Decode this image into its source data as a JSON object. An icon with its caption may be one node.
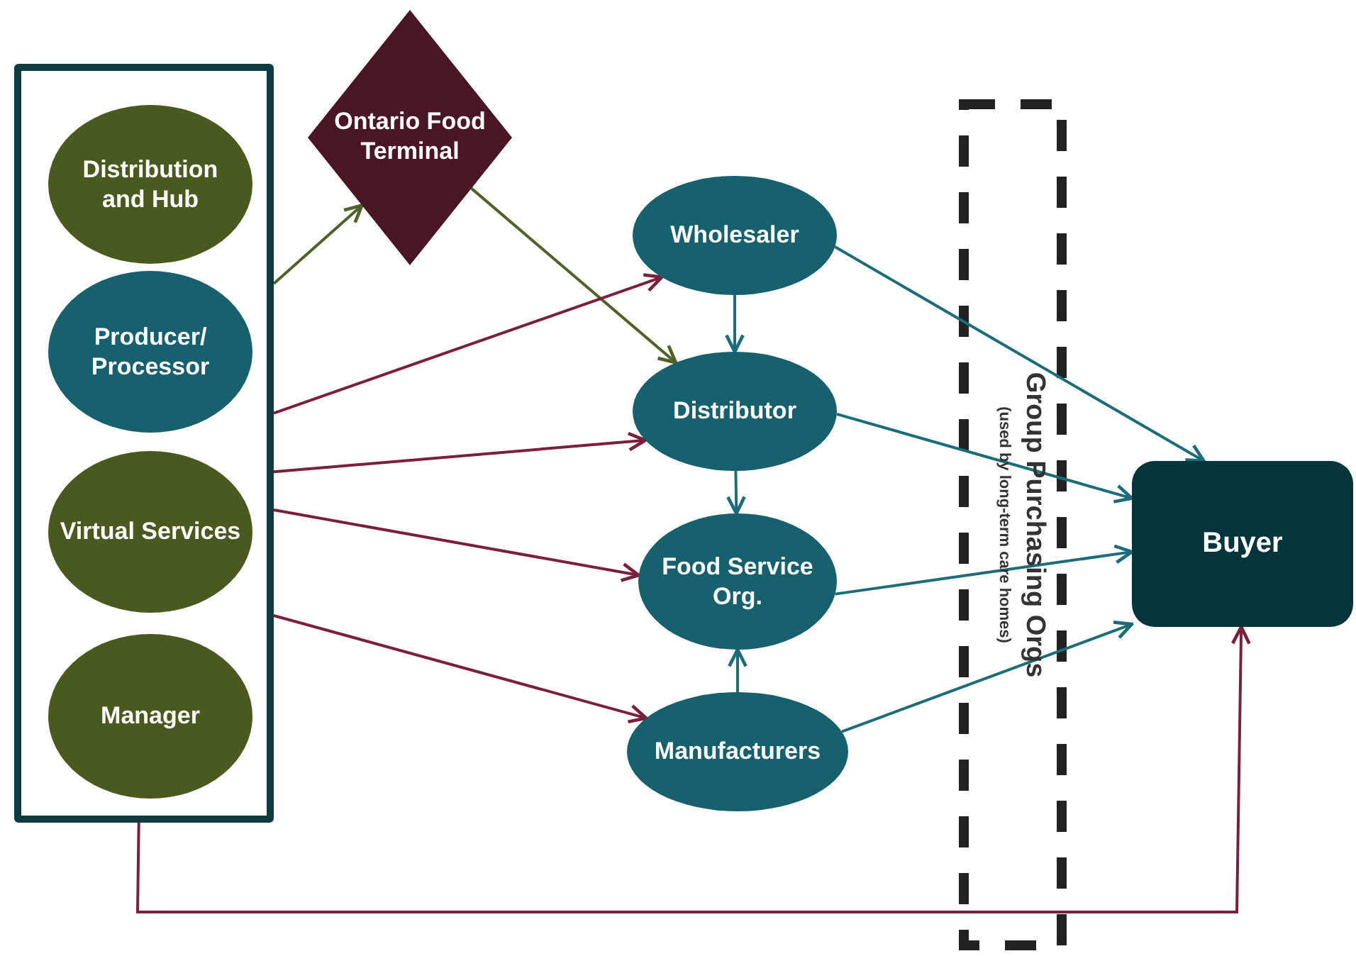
{
  "diagram": {
    "nodes": [
      {
        "text": [],
        "shape": "box"
      },
      {
        "text": [
          "Distribution and Hub"
        ],
        "in": 0
      },
      {
        "text": [
          "Producer/ Processor"
        ],
        "in": 0
      },
      {
        "text": [
          "Virtual Services"
        ],
        "in": 0
      },
      {
        "text": [
          "Manager"
        ],
        "in": 0
      },
      {
        "text": [
          "Ontario Food Terminal"
        ]
      },
      {
        "text": [
          "Wholesaler"
        ]
      },
      {
        "text": [
          "Distributor"
        ]
      },
      {
        "text": [
          "Food Service Org."
        ]
      },
      {
        "text": [
          "Manufacturers"
        ]
      },
      {
        "text": [
          "Buyer"
        ]
      }
    ],
    "edges": [
      {
        "from": 0,
        "to": 5,
        "arrow": "to",
        "color": "#4f6228"
      },
      {
        "from": 5,
        "to": 7,
        "arrow": "to",
        "color": "#4f6228"
      },
      {
        "from": 0,
        "to": 6,
        "arrow": "to",
        "color": "#7a1f3d"
      },
      {
        "from": 0,
        "to": 7,
        "arrow": "to",
        "color": "#7a1f3d"
      },
      {
        "from": 0,
        "to": 8,
        "arrow": "to",
        "color": "#7a1f3d"
      },
      {
        "from": 0,
        "to": 9,
        "arrow": "to",
        "color": "#7a1f3d"
      },
      {
        "from": 6,
        "to": 7,
        "arrow": "to"
      },
      {
        "from": 7,
        "to": 8,
        "arrow": "to"
      },
      {
        "from": 9,
        "to": 8,
        "arrow": "to"
      },
      {
        "from": 6,
        "to": 10,
        "arrow": "to"
      },
      {
        "from": 7,
        "to": 10,
        "arrow": "to"
      },
      {
        "from": 8,
        "to": 10,
        "arrow": "to"
      },
      {
        "from": 9,
        "to": 10,
        "arrow": "to"
      },
      {
        "from": 0,
        "to": 10,
        "arrow": "to",
        "color": "#7a1f3d"
      }
    ],
    "labels": [
      "Group Purchasing Orgs",
      "(used by long-term care homes)"
    ]
  }
}
